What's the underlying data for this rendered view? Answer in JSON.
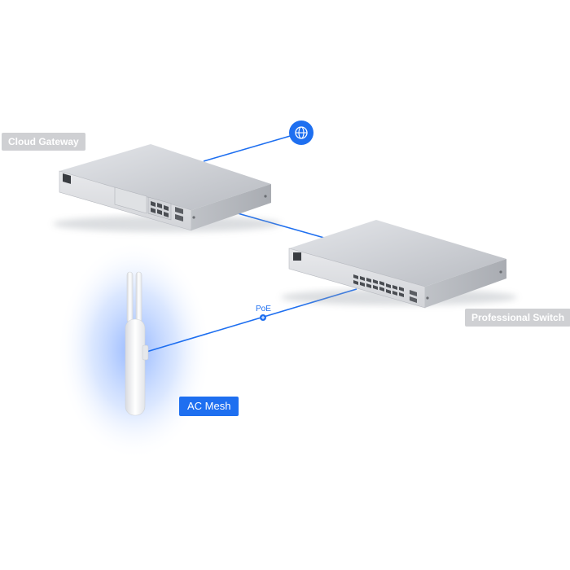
{
  "labels": {
    "cloud_gateway": "Cloud Gateway",
    "professional_switch": "Professional Switch",
    "ac_mesh": "AC Mesh",
    "poe": "PoE"
  },
  "icons": {
    "internet": "globe-icon",
    "poe_connector": "plus-icon"
  },
  "colors": {
    "link_line": "#1e6ff0",
    "accent_blue": "#1e6ff0",
    "label_gray": "#cfd0d3",
    "device_body": "#c9cbd0",
    "mesh_glow": "#3d7bff"
  }
}
